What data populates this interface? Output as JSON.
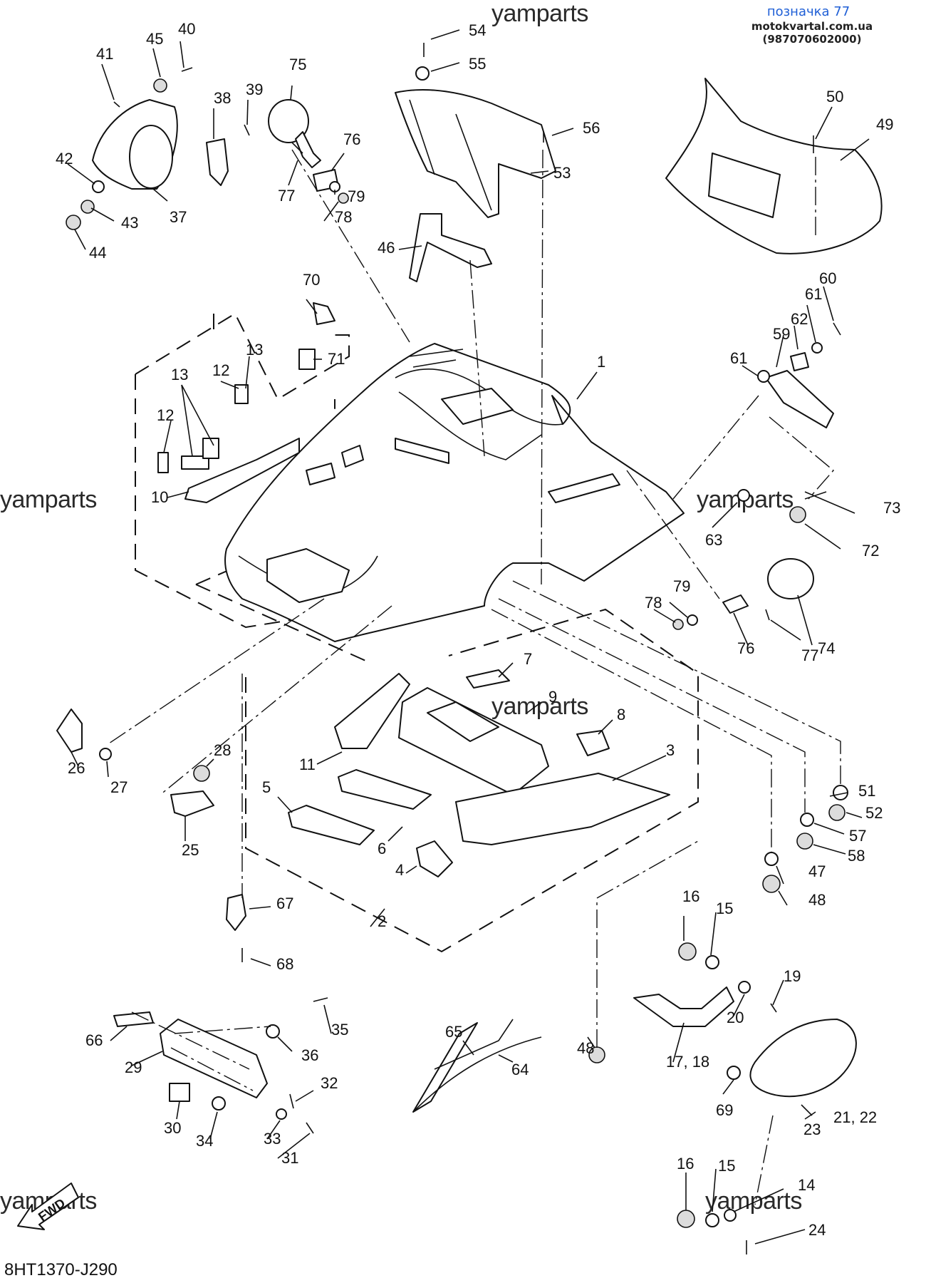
{
  "header": {
    "tag": "позначка 77",
    "site": "motokvartal.com.ua (987070602000)"
  },
  "watermark": "yamparts",
  "fwd_label": "FWD",
  "diagram_code": "8HT1370-J290",
  "callouts": [
    {
      "id": "c1",
      "text": "1"
    },
    {
      "id": "c2",
      "text": "2"
    },
    {
      "id": "c3",
      "text": "3"
    },
    {
      "id": "c4",
      "text": "4"
    },
    {
      "id": "c5",
      "text": "5"
    },
    {
      "id": "c6",
      "text": "6"
    },
    {
      "id": "c7",
      "text": "7"
    },
    {
      "id": "c8",
      "text": "8"
    },
    {
      "id": "c9",
      "text": "9"
    },
    {
      "id": "c10",
      "text": "10"
    },
    {
      "id": "c11",
      "text": "11"
    },
    {
      "id": "c12a",
      "text": "12"
    },
    {
      "id": "c12b",
      "text": "12"
    },
    {
      "id": "c13a",
      "text": "13"
    },
    {
      "id": "c13b",
      "text": "13"
    },
    {
      "id": "c14",
      "text": "14"
    },
    {
      "id": "c15a",
      "text": "15"
    },
    {
      "id": "c15b",
      "text": "15"
    },
    {
      "id": "c16a",
      "text": "16"
    },
    {
      "id": "c16b",
      "text": "16"
    },
    {
      "id": "c17",
      "text": "17, 18"
    },
    {
      "id": "c19",
      "text": "19"
    },
    {
      "id": "c20",
      "text": "20"
    },
    {
      "id": "c21",
      "text": "21, 22"
    },
    {
      "id": "c23",
      "text": "23"
    },
    {
      "id": "c24",
      "text": "24"
    },
    {
      "id": "c25",
      "text": "25"
    },
    {
      "id": "c26",
      "text": "26"
    },
    {
      "id": "c27",
      "text": "27"
    },
    {
      "id": "c28",
      "text": "28"
    },
    {
      "id": "c29",
      "text": "29"
    },
    {
      "id": "c30",
      "text": "30"
    },
    {
      "id": "c31",
      "text": "31"
    },
    {
      "id": "c32",
      "text": "32"
    },
    {
      "id": "c33",
      "text": "33"
    },
    {
      "id": "c34",
      "text": "34"
    },
    {
      "id": "c35",
      "text": "35"
    },
    {
      "id": "c36",
      "text": "36"
    },
    {
      "id": "c37",
      "text": "37"
    },
    {
      "id": "c38",
      "text": "38"
    },
    {
      "id": "c39",
      "text": "39"
    },
    {
      "id": "c40",
      "text": "40"
    },
    {
      "id": "c41",
      "text": "41"
    },
    {
      "id": "c42",
      "text": "42"
    },
    {
      "id": "c43",
      "text": "43"
    },
    {
      "id": "c44",
      "text": "44"
    },
    {
      "id": "c45",
      "text": "45"
    },
    {
      "id": "c46",
      "text": "46"
    },
    {
      "id": "c47",
      "text": "47"
    },
    {
      "id": "c48a",
      "text": "48"
    },
    {
      "id": "c48b",
      "text": "48"
    },
    {
      "id": "c49",
      "text": "49"
    },
    {
      "id": "c50",
      "text": "50"
    },
    {
      "id": "c51",
      "text": "51"
    },
    {
      "id": "c52",
      "text": "52"
    },
    {
      "id": "c53",
      "text": "53"
    },
    {
      "id": "c54",
      "text": "54"
    },
    {
      "id": "c55",
      "text": "55"
    },
    {
      "id": "c56",
      "text": "56"
    },
    {
      "id": "c57",
      "text": "57"
    },
    {
      "id": "c58",
      "text": "58"
    },
    {
      "id": "c59",
      "text": "59"
    },
    {
      "id": "c60",
      "text": "60"
    },
    {
      "id": "c61a",
      "text": "61"
    },
    {
      "id": "c61b",
      "text": "61"
    },
    {
      "id": "c62",
      "text": "62"
    },
    {
      "id": "c63",
      "text": "63"
    },
    {
      "id": "c64",
      "text": "64"
    },
    {
      "id": "c65",
      "text": "65"
    },
    {
      "id": "c66",
      "text": "66"
    },
    {
      "id": "c67",
      "text": "67"
    },
    {
      "id": "c68",
      "text": "68"
    },
    {
      "id": "c69",
      "text": "69"
    },
    {
      "id": "c70",
      "text": "70"
    },
    {
      "id": "c71",
      "text": "71"
    },
    {
      "id": "c72",
      "text": "72"
    },
    {
      "id": "c73",
      "text": "73"
    },
    {
      "id": "c74",
      "text": "74"
    },
    {
      "id": "c75",
      "text": "75"
    },
    {
      "id": "c76a",
      "text": "76"
    },
    {
      "id": "c76b",
      "text": "76"
    },
    {
      "id": "c77a",
      "text": "77"
    },
    {
      "id": "c77b",
      "text": "77"
    },
    {
      "id": "c78a",
      "text": "78"
    },
    {
      "id": "c78b",
      "text": "78"
    },
    {
      "id": "c79a",
      "text": "79"
    },
    {
      "id": "c79b",
      "text": "79"
    }
  ]
}
